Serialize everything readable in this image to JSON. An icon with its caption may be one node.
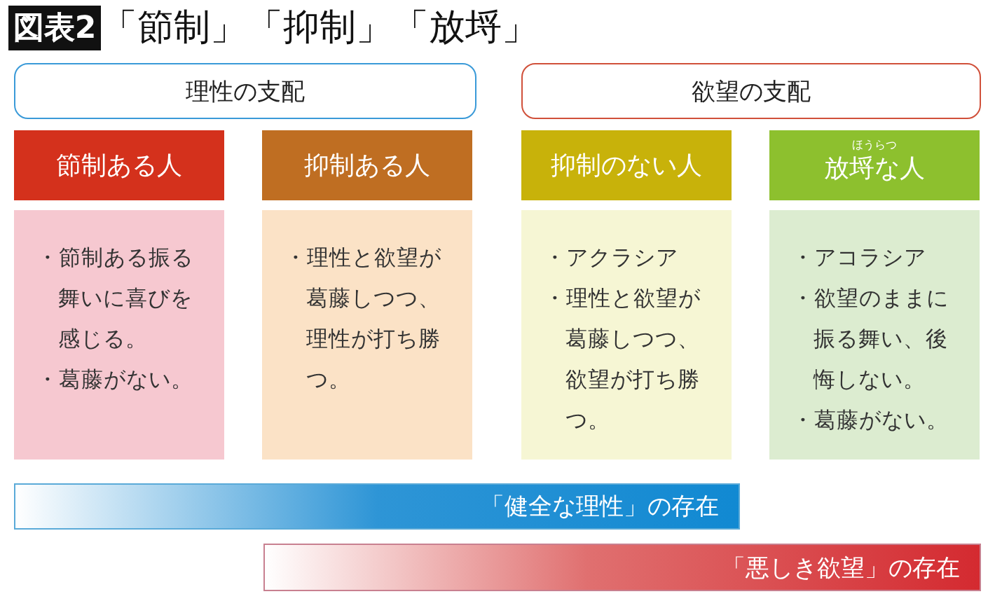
{
  "diagram": {
    "title": "「節制」「抑制」「放埒」",
    "nodes": [
      {
        "text": [
          "理性の支配"
        ]
      },
      {
        "text": [
          "欲望の支配"
        ]
      },
      {
        "text": [
          "節制ある人"
        ]
      },
      {
        "text": [
          "抑制ある人"
        ]
      },
      {
        "text": [
          "抑制のない人"
        ]
      },
      {
        "text": [
          "ほうらつ",
          "放埒な人"
        ]
      },
      {
        "text": [
          "・節制ある振る舞いに喜びを感じる。",
          "・葛藤がない。"
        ]
      },
      {
        "text": [
          "・理性と欲望が葛藤しつつ、理性が打ち勝つ。"
        ]
      },
      {
        "text": [
          "・アクラシア",
          "・理性と欲望が葛藤しつつ、欲望が打ち勝つ。"
        ]
      },
      {
        "text": [
          "・アコラシア",
          "・欲望のままに振る舞い、後悔しない。",
          "・葛藤がない。"
        ]
      },
      {
        "text": [
          "「健全な理性」の存在"
        ]
      },
      {
        "text": [
          "「悪しき欲望」の存在"
        ]
      }
    ],
    "labels": [
      "図表2"
    ]
  }
}
